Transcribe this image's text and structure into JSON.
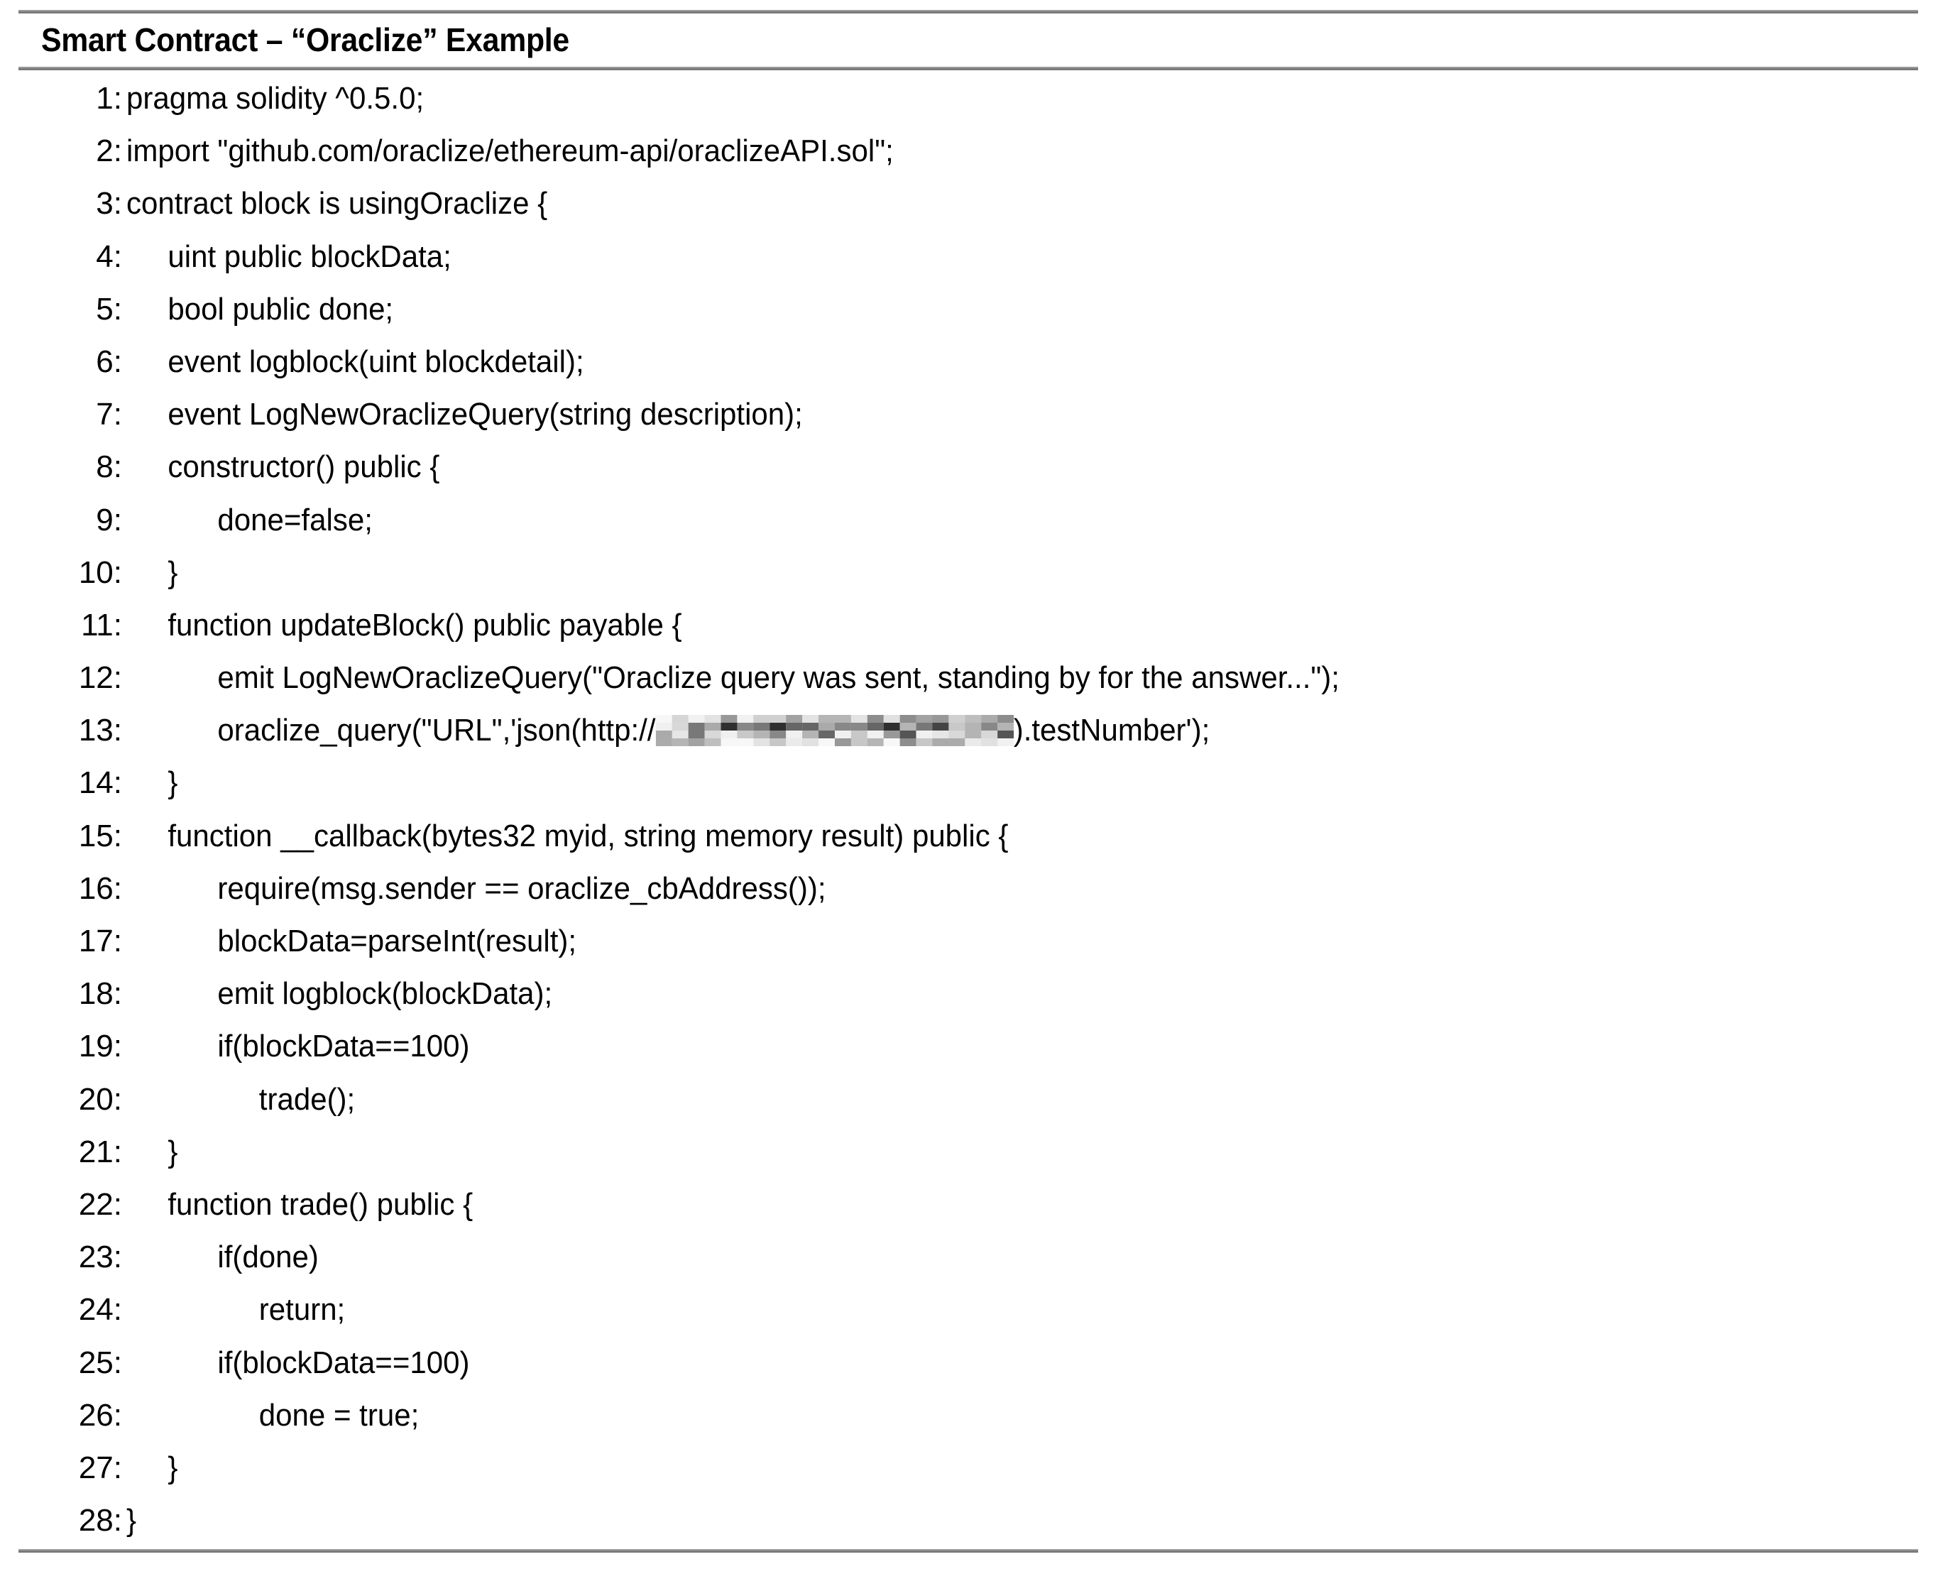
{
  "figure": {
    "title": "Smart Contract – “Oraclize” Example",
    "language": "solidity",
    "total_lines": 28,
    "rule_color": "#7a7a7a",
    "text_color": "#000000",
    "background_color": "#ffffff"
  },
  "code": {
    "lines": [
      {
        "number": "1:",
        "text": "pragma solidity ^0.5.0;"
      },
      {
        "number": "2:",
        "text": "import \"github.com/oraclize/ethereum-api/oraclizeAPI.sol\";"
      },
      {
        "number": "3:",
        "text": "contract block is usingOraclize {"
      },
      {
        "number": "4:",
        "text": "     uint public blockData;"
      },
      {
        "number": "5:",
        "text": "     bool public done;"
      },
      {
        "number": "6:",
        "text": "     event logblock(uint blockdetail);"
      },
      {
        "number": "7:",
        "text": "     event LogNewOraclizeQuery(string description);"
      },
      {
        "number": "8:",
        "text": "     constructor() public {"
      },
      {
        "number": "9:",
        "text": "           done=false;"
      },
      {
        "number": "10:",
        "text": "     }"
      },
      {
        "number": "11:",
        "text": "     function updateBlock() public payable {"
      },
      {
        "number": "12:",
        "text": "           emit LogNewOraclizeQuery(\"Oraclize query was sent, standing by for the answer...\");"
      },
      {
        "number": "13:",
        "text": "           oraclize_query(\"URL\",'json(http://",
        "redacted": true,
        "text_after": ").testNumber');"
      },
      {
        "number": "14:",
        "text": "     }"
      },
      {
        "number": "15:",
        "text": "     function __callback(bytes32 myid, string memory result) public {"
      },
      {
        "number": "16:",
        "text": "           require(msg.sender == oraclize_cbAddress());"
      },
      {
        "number": "17:",
        "text": "           blockData=parseInt(result);"
      },
      {
        "number": "18:",
        "text": "           emit logblock(blockData);"
      },
      {
        "number": "19:",
        "text": "           if(blockData==100)"
      },
      {
        "number": "20:",
        "text": "                trade();"
      },
      {
        "number": "21:",
        "text": "     }"
      },
      {
        "number": "22:",
        "text": "     function trade() public {"
      },
      {
        "number": "23:",
        "text": "           if(done)"
      },
      {
        "number": "24:",
        "text": "                return;"
      },
      {
        "number": "25:",
        "text": "           if(blockData==100)"
      },
      {
        "number": "26:",
        "text": "                done = true;"
      },
      {
        "number": "27:",
        "text": "     }"
      },
      {
        "number": "28:",
        "text": "}"
      }
    ]
  }
}
